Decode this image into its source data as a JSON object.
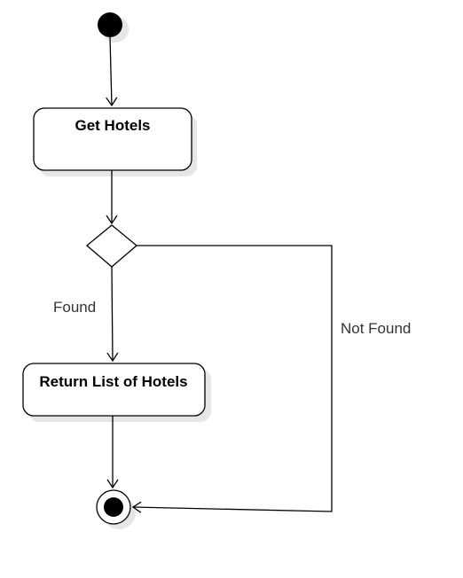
{
  "diagram": {
    "nodes": {
      "get_hotels": {
        "label": "Get Hotels"
      },
      "return_list": {
        "label": "Return List of Hotels"
      }
    },
    "edges": {
      "found": {
        "label": "Found"
      },
      "not_found": {
        "label": "Not Found"
      }
    }
  },
  "colors": {
    "stroke": "#000000",
    "shadow": "#e6e6e6",
    "label_text": "#333333"
  }
}
